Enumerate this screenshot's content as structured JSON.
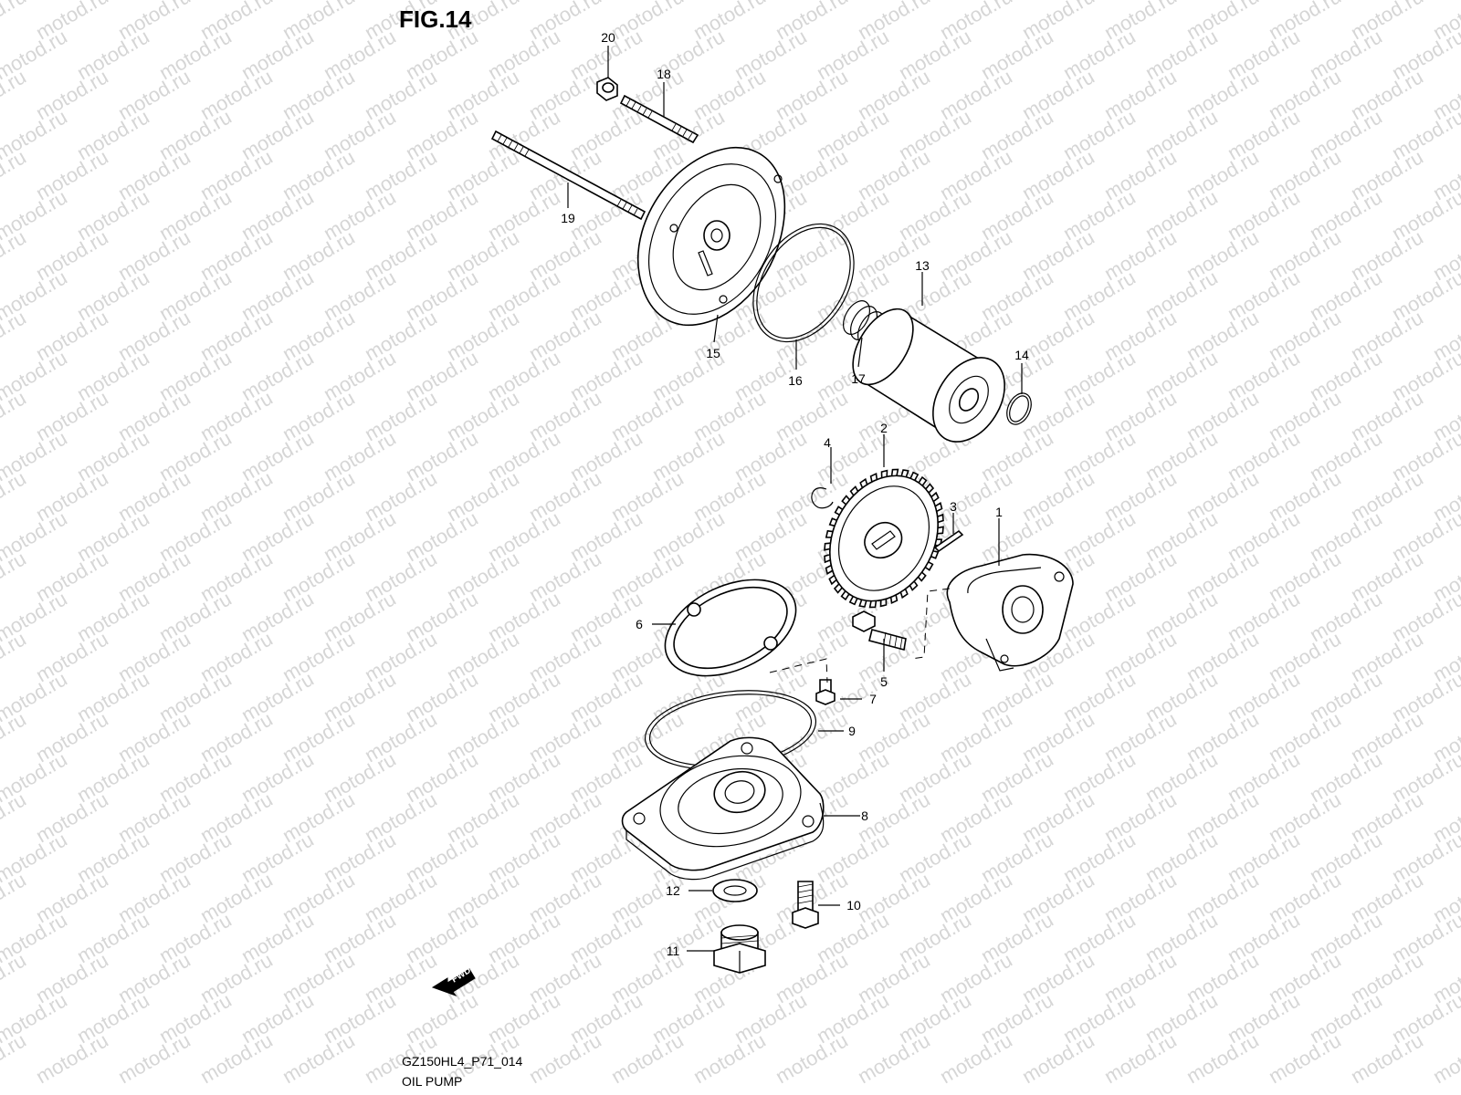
{
  "figure_title": "FIG.14",
  "watermark_text": "motod.ru",
  "drawing_code": "GZ150HL4_P71_014",
  "drawing_name": "OIL PUMP",
  "fwd_label": "FWD",
  "callouts": [
    "1",
    "2",
    "3",
    "4",
    "5",
    "6",
    "7",
    "8",
    "9",
    "10",
    "11",
    "12",
    "13",
    "14",
    "15",
    "16",
    "17",
    "18",
    "19",
    "20"
  ]
}
